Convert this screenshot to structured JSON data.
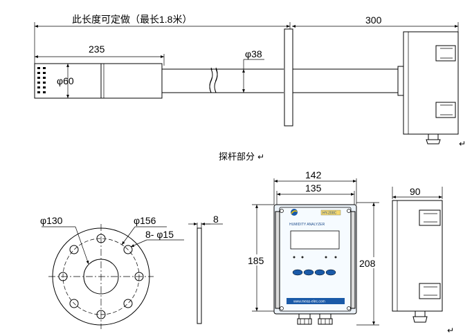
{
  "dimensions": {
    "insertion_length_label": "此长度可定做（最长1.8米）",
    "total_right": "300",
    "probe_len": "235",
    "shaft_dia": "φ38",
    "probe_dia": "φ60",
    "flange_inner": "φ130",
    "flange_outer": "φ156",
    "bolt_holes": "8- φ15",
    "flange_thickness": "8",
    "box_width_outer": "142",
    "box_width_inner": "135",
    "box_height_inner": "185",
    "box_height_outer": "208",
    "box_depth": "90"
  },
  "captions": {
    "probe_section": "探杆部分",
    "return_mark": "↵"
  },
  "panel": {
    "model_tag": "HY-200C",
    "title": "HUMIDITY ANALYZER",
    "website": "www.meas-elec.com"
  }
}
